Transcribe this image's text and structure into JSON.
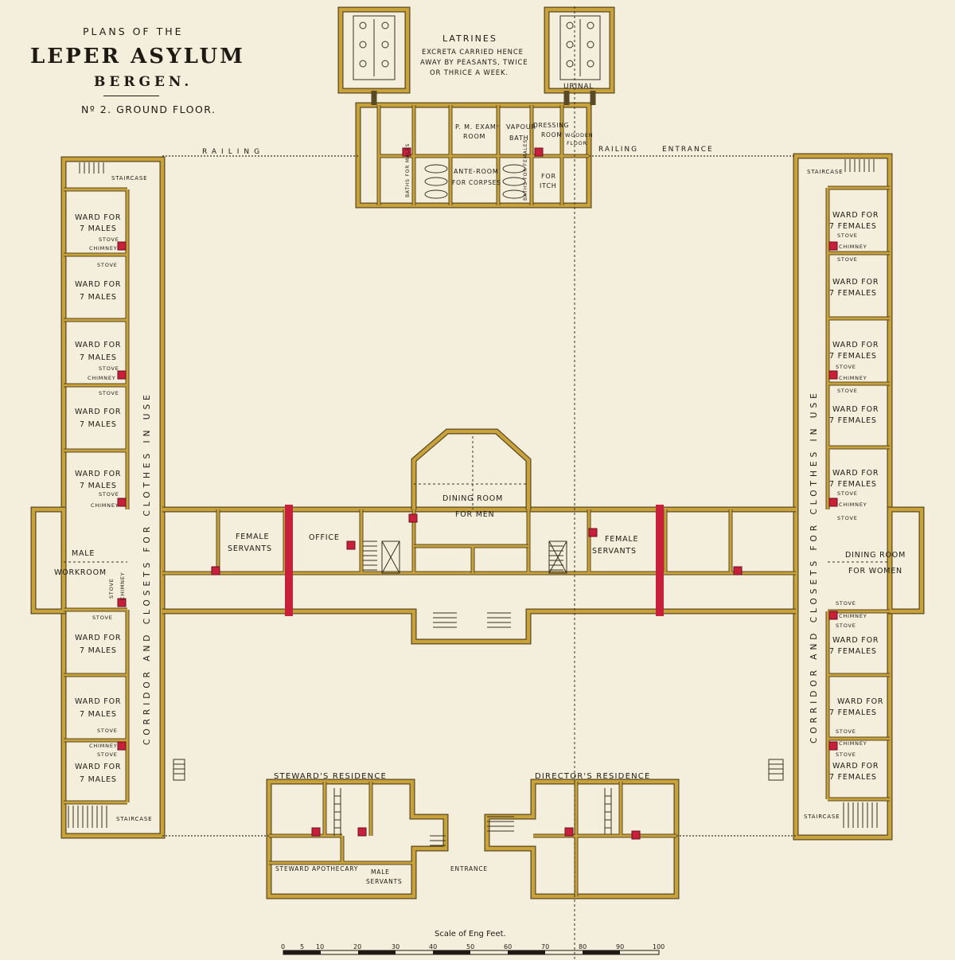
{
  "title": {
    "line1": "PLANS OF THE",
    "line2": "LEPER ASYLUM",
    "line3": "BERGEN.",
    "line4": "Nº 2. GROUND FLOOR."
  },
  "labels": {
    "latrines": "LATRINES",
    "latrines_note1": "EXCRETA CARRIED HENCE",
    "latrines_note2": "AWAY BY PEASANTS, TWICE",
    "latrines_note3": "OR THRICE A WEEK.",
    "urinal": "URINAL",
    "railing": "RAILING",
    "railing_right": "RAILING",
    "entrance_top": "ENTRANCE",
    "pm_exam1": "P. M. EXAMⁿ",
    "pm_exam2": "ROOM",
    "vapour1": "VAPOUR",
    "vapour2": "BATH",
    "dressing1": "DRESSING",
    "dressing2": "ROOM",
    "wooden1": "WOODEN",
    "wooden2": "FLOOR",
    "baths_males": "BATHS FOR MALES",
    "ante1": "ANTE-ROOM",
    "ante2": "FOR CORPSES",
    "baths_females": "BATHS FOR FEMALES",
    "itch1": "FOR",
    "itch2": "ITCH",
    "staircase": "STAIRCASE",
    "ward_for": "WARD FOR",
    "seven_males": "7 MALES",
    "seven_females": "7 FEMALES",
    "stove": "STOVE",
    "chimney": "CHIMNEY",
    "corridor_left": "CORRIDOR  AND  CLOSETS  FOR  CLOTHES  IN  USE",
    "corridor_right": "CORRIDOR  AND  CLOSETS  FOR  CLOTHES  IN  USE",
    "dining_men1": "DINING ROOM",
    "dining_men2": "FOR MEN",
    "female_servants1": "FEMALE",
    "female_servants2": "SERVANTS",
    "office": "OFFICE",
    "male_workroom1": "MALE",
    "male_workroom2": "WORKROOM",
    "dining_women1": "DINING ROOM",
    "dining_women2": "FOR WOMEN",
    "steward_res": "STEWARD'S RESIDENCE",
    "director_res": "DIRECTOR'S RESIDENCE",
    "steward_apothecary": "STEWARD APOTHECARY",
    "male_servants1": "MALE",
    "male_servants2": "SERVANTS",
    "entrance_bottom": "ENTRANCE",
    "scale_title": "Scale of Eng Feet.",
    "scale_ticks": [
      "0",
      "5",
      "10",
      "20",
      "30",
      "40",
      "50",
      "60",
      "70",
      "80",
      "90",
      "100"
    ]
  },
  "colors": {
    "wall": "#c9a23a",
    "wall_dark": "#5a4a25",
    "chimney": "#c8203b",
    "paper": "#f4efdc"
  }
}
